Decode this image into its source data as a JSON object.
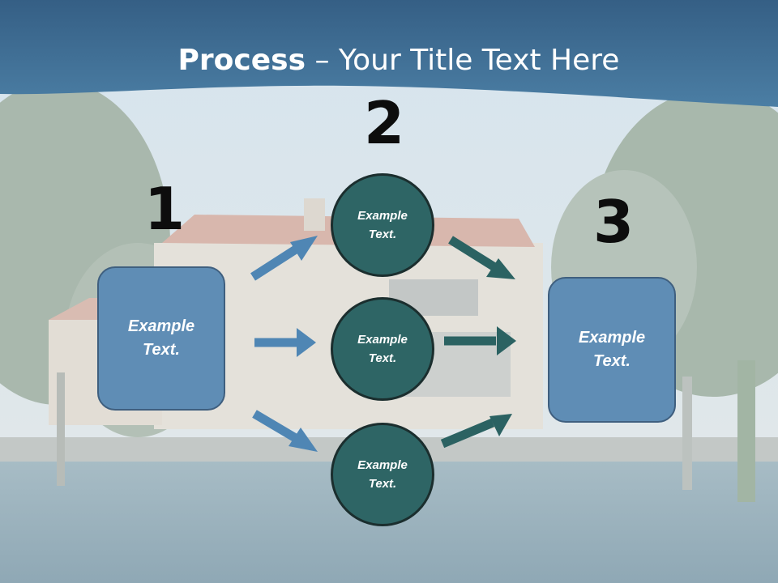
{
  "title": {
    "bold": "Process",
    "rest": " – Your Title Text Here"
  },
  "steps": {
    "one": "1",
    "two": "2",
    "three": "3"
  },
  "left_box": {
    "text": "Example\nText."
  },
  "circles": [
    {
      "text": "Example\nText."
    },
    {
      "text": "Example\nText."
    },
    {
      "text": "Example\nText."
    }
  ],
  "right_box": {
    "text": "Example\nText."
  },
  "colors": {
    "banner": "#3f6f93",
    "box_fill": "#5f8db5",
    "circle_fill": "#2e6565",
    "arrow_blue": "#4f86b4",
    "arrow_teal": "#2b6262"
  }
}
